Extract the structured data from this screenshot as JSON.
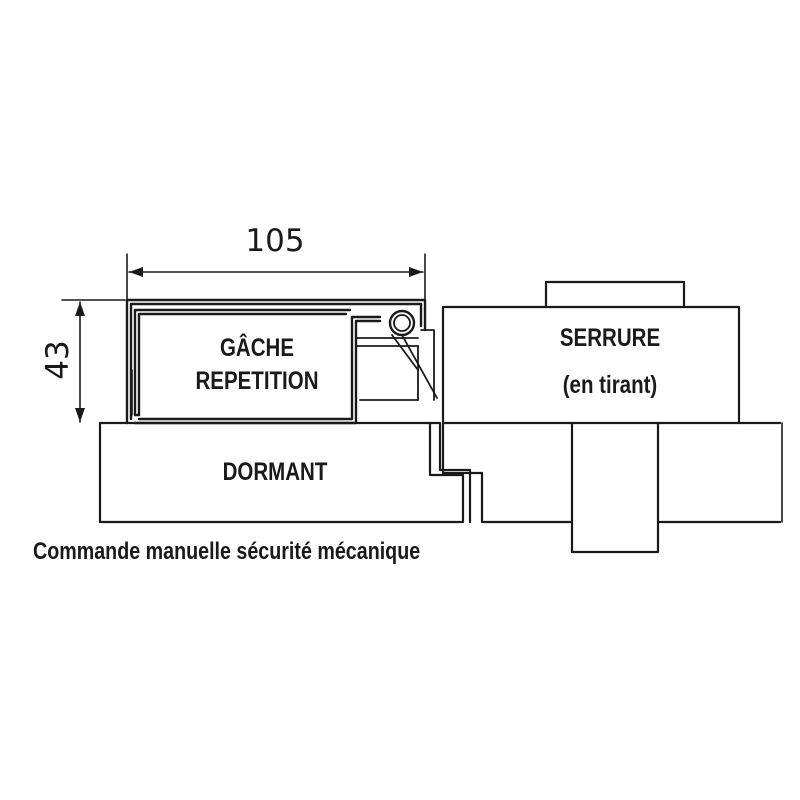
{
  "dimensions": {
    "width": "105",
    "height": "43"
  },
  "components": {
    "gache_line1": "GÂCHE",
    "gache_line2": "REPETITION",
    "serrure_line1": "SERRURE",
    "serrure_line2": "(en tirant)",
    "dormant": "DORMANT"
  },
  "caption": "Commande manuelle   sécurité mécanique",
  "colors": {
    "stroke": "#1a1a1a",
    "background": "#ffffff"
  }
}
